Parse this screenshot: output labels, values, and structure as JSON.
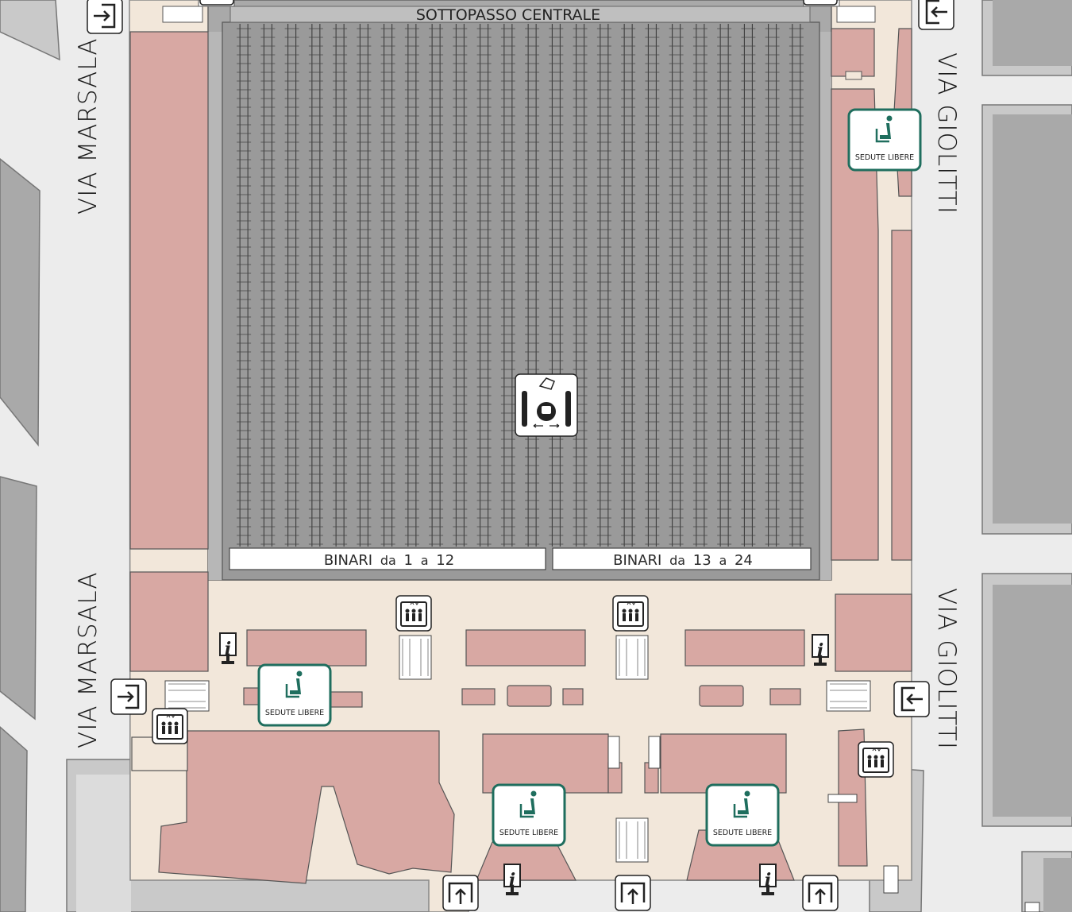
{
  "streets": {
    "west_upper": "VIA MARSALA",
    "west_lower": "VIA MARSALA",
    "east_upper": "VIA GIOLITTI",
    "east_lower": "VIA GIOLITTI"
  },
  "underpass_label": "SOTTOPASSO CENTRALE",
  "platforms": {
    "left": {
      "prefix": "BINARI",
      "from": "1",
      "to": "12",
      "connector": "da",
      "and": "a"
    },
    "right": {
      "prefix": "BINARI",
      "from": "13",
      "to": "24",
      "connector": "da",
      "and": "a"
    }
  },
  "seating": [
    {
      "label": "SEDUTE LIBERE"
    },
    {
      "label": "SEDUTE LIBERE"
    },
    {
      "label": "SEDUTE LIBERE"
    },
    {
      "label": "SEDUTE LIBERE"
    }
  ],
  "info_symbol": "i",
  "colors": {
    "background": "#ececec",
    "building": "#a9a9a9",
    "concourse": "#f2e7da",
    "shop": "#d8a8a3",
    "track": "#9a9a9a",
    "accent": "#1f6e5e"
  },
  "icons": {
    "entrance": "entrance-icon",
    "exit": "exit-icon",
    "elevator": "elevator-icon",
    "info": "info-point-icon",
    "seating": "seating-icon",
    "ticket_gate": "ticket-gate-icon",
    "metro_exit": "exit-up-icon"
  }
}
